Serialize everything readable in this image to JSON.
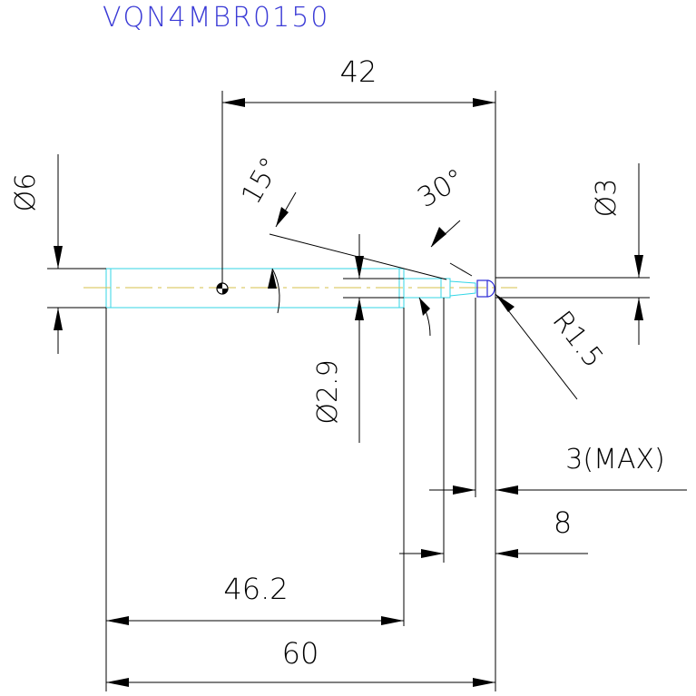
{
  "title": "VQN4MBR0150",
  "colors": {
    "background": "#ffffff",
    "dimension": "#000000",
    "title": "#3b3bd6",
    "body_outline": "#33d6e6",
    "centerline": "#d6c24a",
    "tip": "#2a2ad6"
  },
  "dimensions": {
    "overall_length": "60",
    "body_length": "46.2",
    "center_distance": "42",
    "tip_length": "8",
    "tip_max": "3(MAX)",
    "shank_diameter": "Ø6",
    "neck_diameter": "Ø2.9",
    "tip_diameter": "Ø3",
    "tip_radius": "R1.5",
    "angle_taper": "15°",
    "angle_tip": "30°"
  }
}
